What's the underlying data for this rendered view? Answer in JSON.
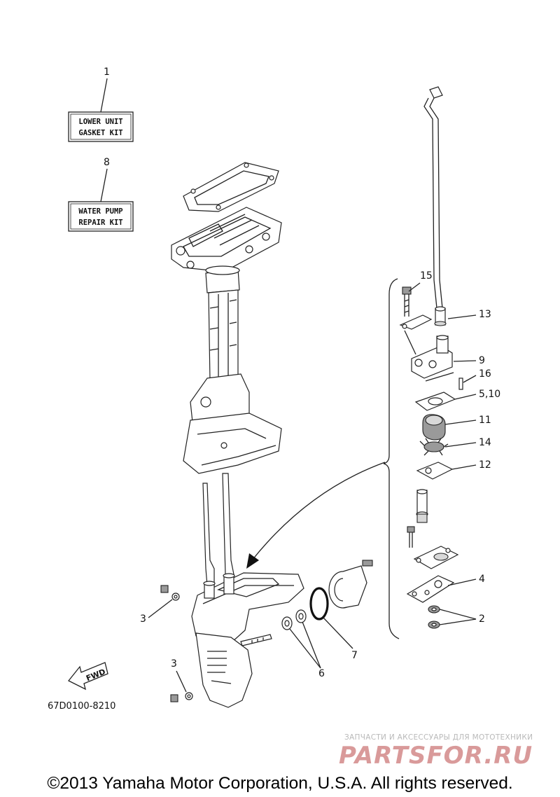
{
  "kits": [
    {
      "number": "1",
      "line1": "LOWER UNIT",
      "line2": "GASKET KIT"
    },
    {
      "number": "8",
      "line1": "WATER PUMP",
      "line2": "REPAIR KIT"
    }
  ],
  "callouts": {
    "c15": "15",
    "c13": "13",
    "c9": "9",
    "c16": "16",
    "c510": "5,10",
    "c11": "11",
    "c14": "14",
    "c12": "12",
    "c4": "4",
    "c2": "2",
    "c3a": "3",
    "c3b": "3",
    "c6": "6",
    "c7": "7"
  },
  "fwd_label": "FWD",
  "diagram_code": "67D0100-8210",
  "watermark": {
    "line1": "ЗАПЧАСТИ И АКСЕССУАРЫ ДЛЯ МОТОТЕХНИКИ",
    "line2": "PARTSFOR.RU"
  },
  "copyright": "©2013 Yamaha Motor Corporation, U.S.A. All rights reserved."
}
